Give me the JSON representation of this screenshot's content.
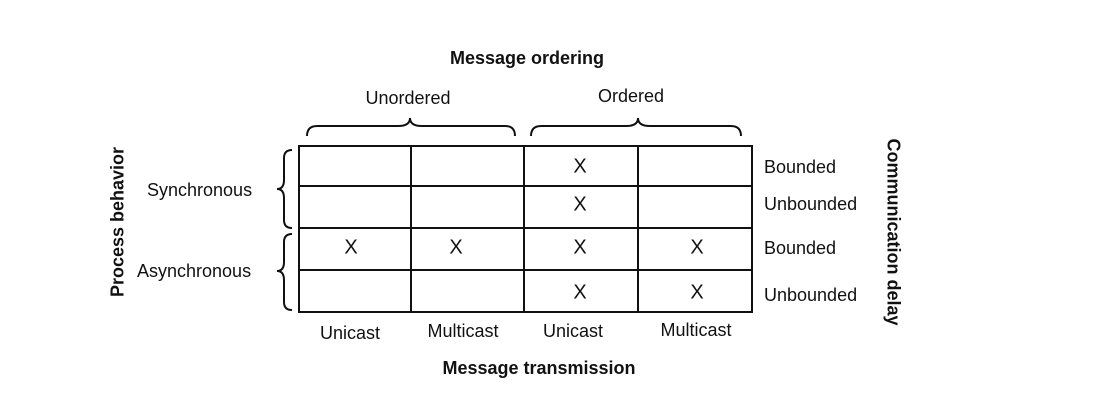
{
  "top_title": "Message ordering",
  "ordering": [
    "Unordered",
    "Ordered"
  ],
  "left_title": "Process behavior",
  "behaviors": [
    "Synchronous",
    "Asynchronous"
  ],
  "right_title": "Communication delay",
  "delays": [
    "Bounded",
    "Unbounded",
    "Bounded",
    "Unbounded"
  ],
  "bottom_title": "Message transmission",
  "transmissions": [
    "Unicast",
    "Multicast",
    "Unicast",
    "Multicast"
  ],
  "grid": [
    [
      "",
      "",
      "X",
      ""
    ],
    [
      "",
      "",
      "X",
      ""
    ],
    [
      "X",
      "X",
      "X",
      "X"
    ],
    [
      "",
      "",
      "X",
      "X"
    ]
  ]
}
